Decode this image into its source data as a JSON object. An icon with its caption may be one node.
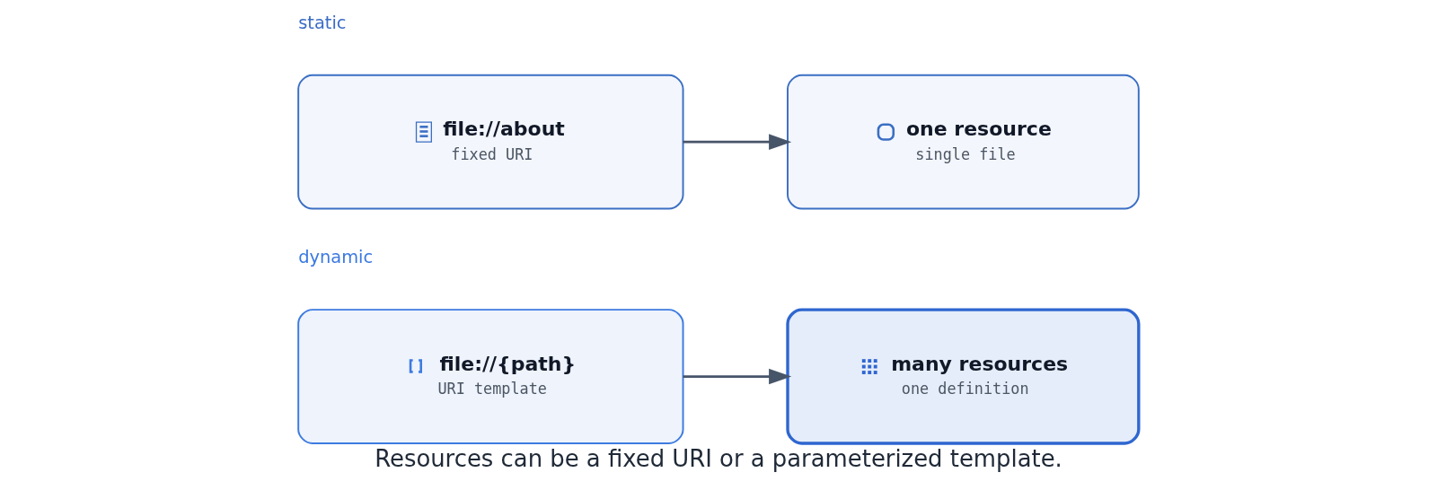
{
  "diagram": {
    "caption": "Resources can be a fixed URI or a parameterized template.",
    "nodes": [
      {
        "text": [
          "file://about",
          "fixed URI"
        ]
      },
      {
        "text": [
          "one resource",
          "single file"
        ]
      },
      {
        "text": [
          "file://{path}",
          "URI template"
        ]
      },
      {
        "text": [
          "many resources",
          "one definition"
        ]
      }
    ],
    "edges": [
      {
        "from": 0,
        "to": 1,
        "arrow": "to"
      },
      {
        "from": 2,
        "to": 3,
        "arrow": "to"
      }
    ],
    "labels": [
      "static",
      "dynamic"
    ]
  }
}
